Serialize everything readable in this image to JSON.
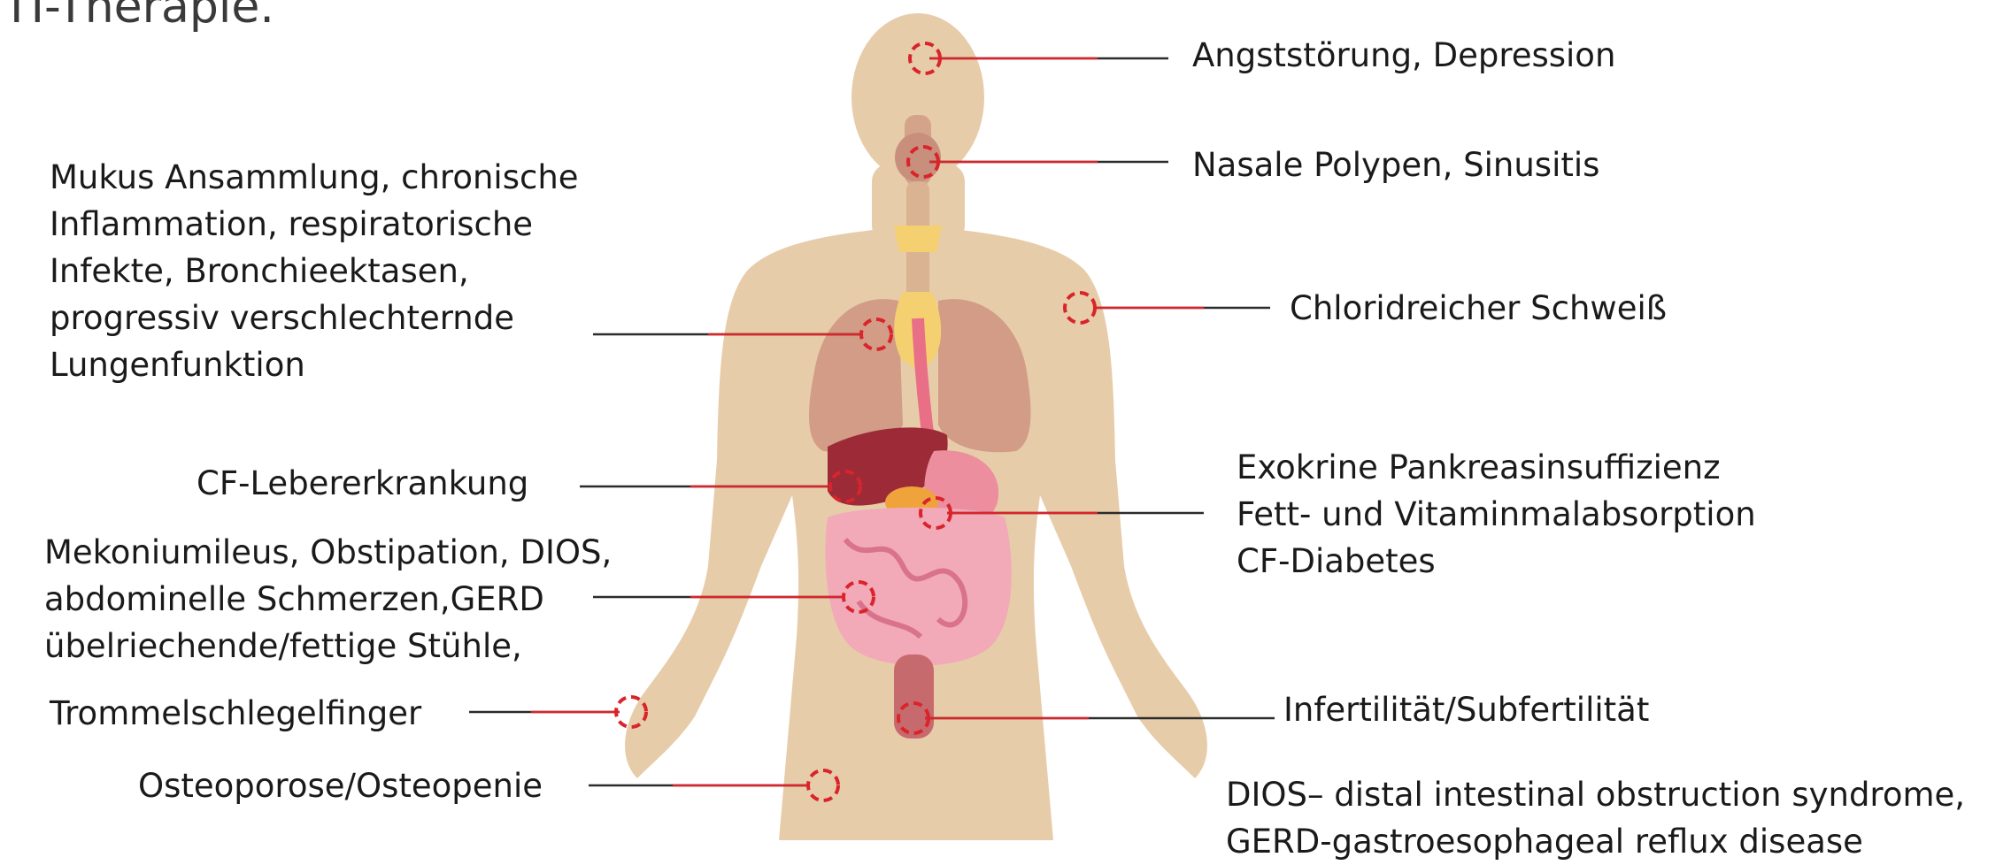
{
  "title": "ETI-Therapie.",
  "labels": {
    "anxiety": "Angststörung, Depression",
    "nasal": "Nasale Polypen, Sinusitis",
    "lungs": [
      "Mukus Ansammlung, chronische",
      "Inflammation, respiratorische",
      "Infekte, Bronchieektasen,",
      "progressiv verschlechternde",
      "Lungenfunktion"
    ],
    "sweat": "Chloridreicher Schweiß",
    "liver": "CF-Lebererkrankung",
    "pancreas": [
      "Exokrine Pankreasinsuffizienz",
      "Fett- und Vitaminmalabsorption",
      "CF-Diabetes"
    ],
    "intestine": [
      "Mekoniumileus, Obstipation, DIOS,",
      "abdominelle Schmerzen,GERD",
      "übelriechende/fettige Stühle,"
    ],
    "clubbing": "Trommelschlegelfinger",
    "fertility": "Infertilität/Subfertilität",
    "bone": "Osteoporose/Osteopenie",
    "footnote": [
      "DIOS– distal intestinal obstruction syndrome,",
      "GERD-gastroesophageal reflux disease"
    ]
  },
  "colors": {
    "skin": "#e7ccaa",
    "lung": "#d29c86",
    "liver": "#9c2b37",
    "intestine": "#f2a9b8",
    "marker": "#d9242b",
    "leader_line": "#2b2b2b"
  }
}
